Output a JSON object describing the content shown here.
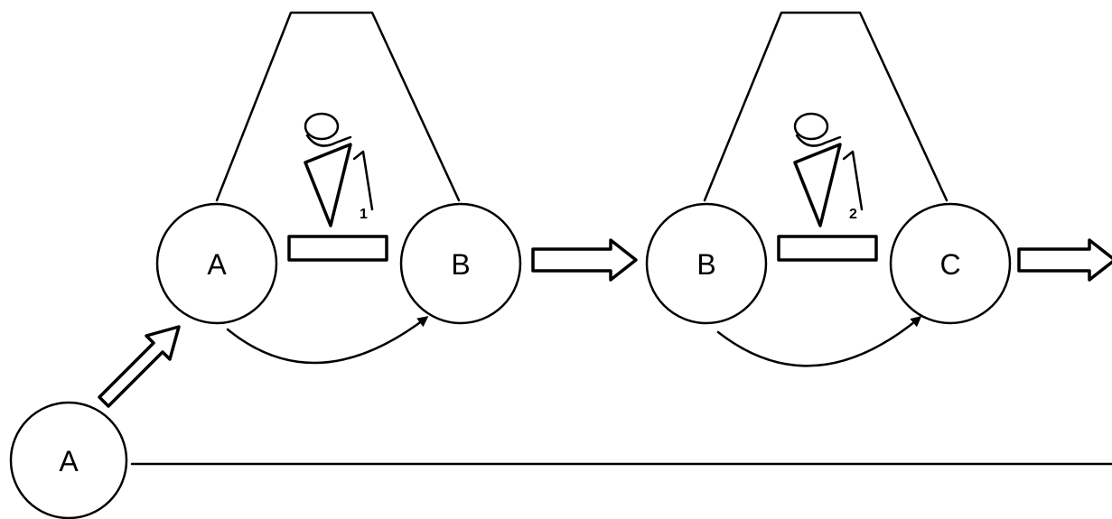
{
  "diagram": {
    "stage1": {
      "left_node": "A",
      "right_node": "B",
      "step_number": "1"
    },
    "stage2": {
      "left_node": "B",
      "right_node": "C",
      "step_number": "2"
    },
    "origin_node": "A"
  },
  "icons": [
    "person-icon",
    "person-icon",
    "block-arrow-icon",
    "block-arrow-icon",
    "block-arrow-icon"
  ]
}
